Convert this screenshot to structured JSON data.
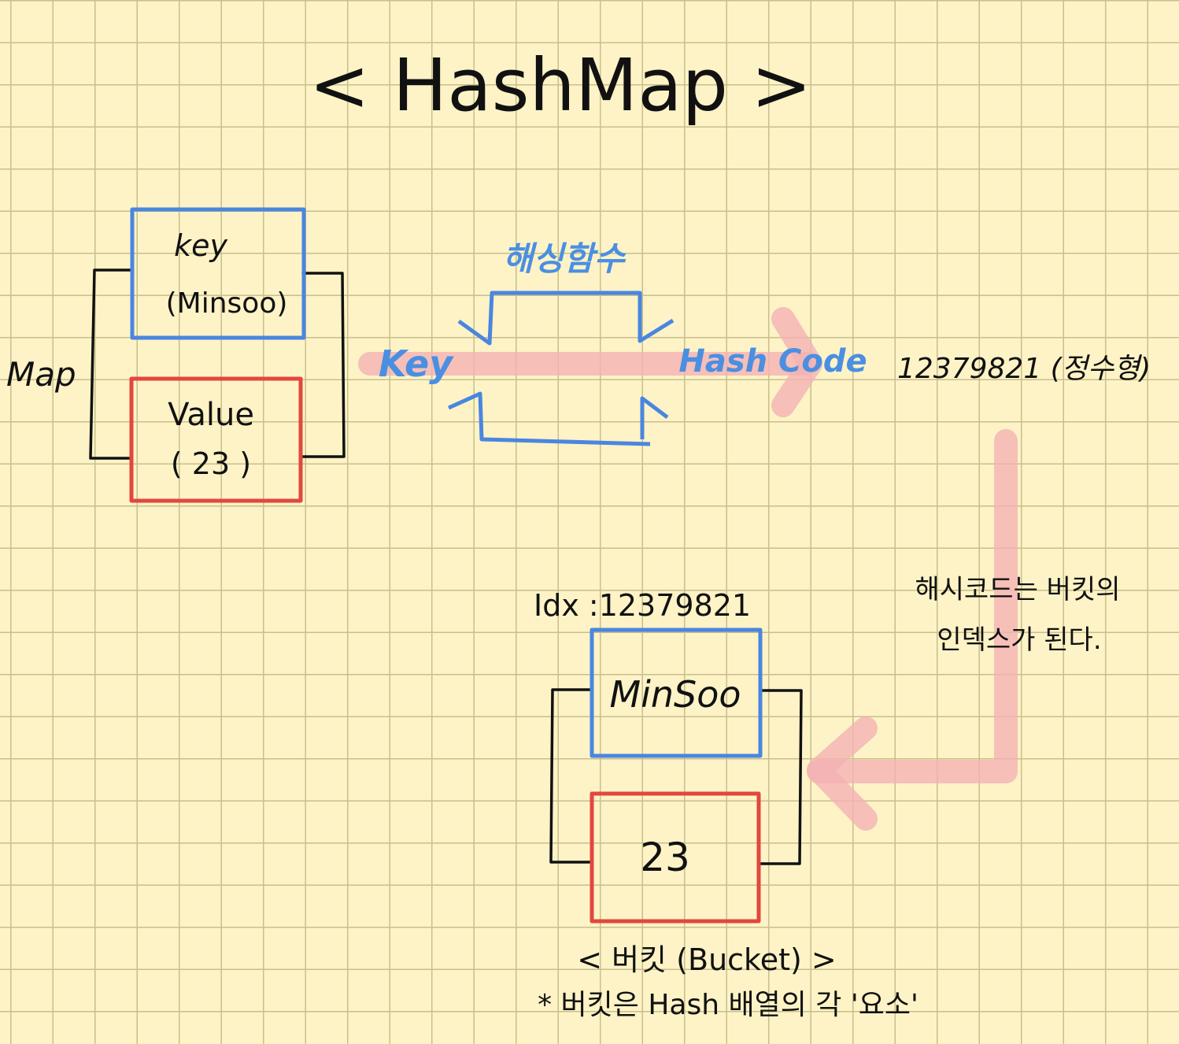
{
  "title": "< HashMap >",
  "map_label": "Map",
  "key_box": {
    "line1": "key",
    "line2": "(Minsoo)"
  },
  "value_box": {
    "line1": "Value",
    "line2": "( 23 )"
  },
  "hash_function": {
    "label": "해싱함수",
    "input": "Key",
    "output": "Hash Code"
  },
  "hash_value": "12379821 (정수형)",
  "note": {
    "line1": "해시코드는 버킷의",
    "line2": "인덱스가 된다."
  },
  "bucket": {
    "index_label": "Idx :12379821",
    "key": "MinSoo",
    "value": "23",
    "caption": "< 버킷 (Bucket) >",
    "footnote": "* 버킷은 Hash 배열의 각 '요소'"
  },
  "colors": {
    "key": "#4a86e0",
    "value": "#e2473d",
    "arrow": "#f4b1b4",
    "ink": "#111111"
  }
}
